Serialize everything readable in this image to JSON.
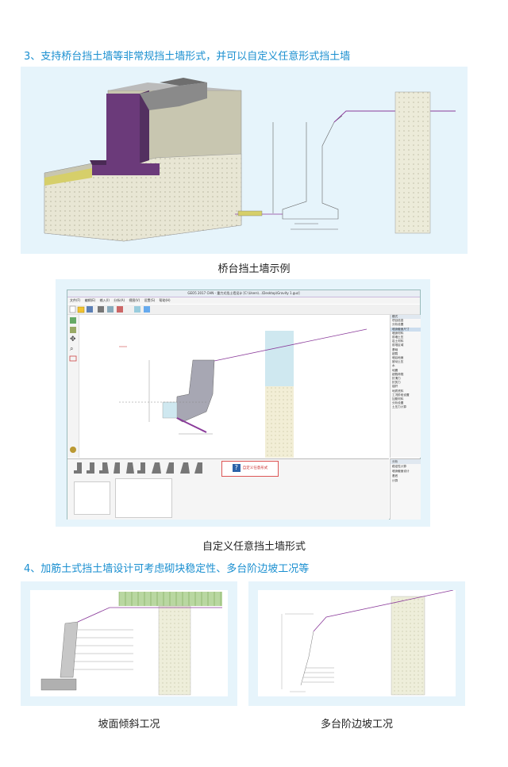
{
  "section3": {
    "heading": "3、支持桥台挡土墙等非常规挡土墙形式，并可以自定义任意形式挡土墙",
    "figure1_caption": "桥台挡土墙示例",
    "figure2_caption": "自定义任意挡土墙形式"
  },
  "section4": {
    "heading": "4、加筋土式挡土墙设计可考虑砌块稳定性、多台阶边坡工况等",
    "figure3_caption": "坡面倾斜工况",
    "figure4_caption": "多台阶边坡工况"
  },
  "software": {
    "window_title": "GEO5 2017 CHN - 重力式挡土墙设计 [C:\\Users\\...\\Desktop\\Gravity 1.guz]",
    "menu": [
      "文件(F)",
      "编辑(E)",
      "输入(I)",
      "分析(A)",
      "视图(V)",
      "设置(S)",
      "帮助(H)"
    ],
    "right_panel_header": "模式",
    "right_panel_items": [
      "项目信息",
      "分析设置",
      "墙身截面尺寸",
      "墙身材料",
      "前墙土压",
      "岩土材料",
      "前堆区域",
      "基础",
      "超载",
      "墙后地面",
      "被动土压",
      "水",
      "地震",
      "超载荷载",
      "抗滑力",
      "抗剪力",
      "锚杆",
      "地质资料",
      "工况阶段设置",
      "加筋材料",
      "分析设置",
      "土压力计算"
    ],
    "custom_button_label": "自定义任意形式",
    "bottom_right_header": "分析",
    "bottom_right_items": [
      "稳定性计算",
      "墙身截面设计",
      "基底",
      "计算"
    ]
  },
  "colors": {
    "heading": "#1a8fd0",
    "panel_bg": "#e6f4fb",
    "wall_purple": "#6b3a7a",
    "slope_purple": "#8a3a9a",
    "soil_hatch": "#d8d6b8"
  }
}
